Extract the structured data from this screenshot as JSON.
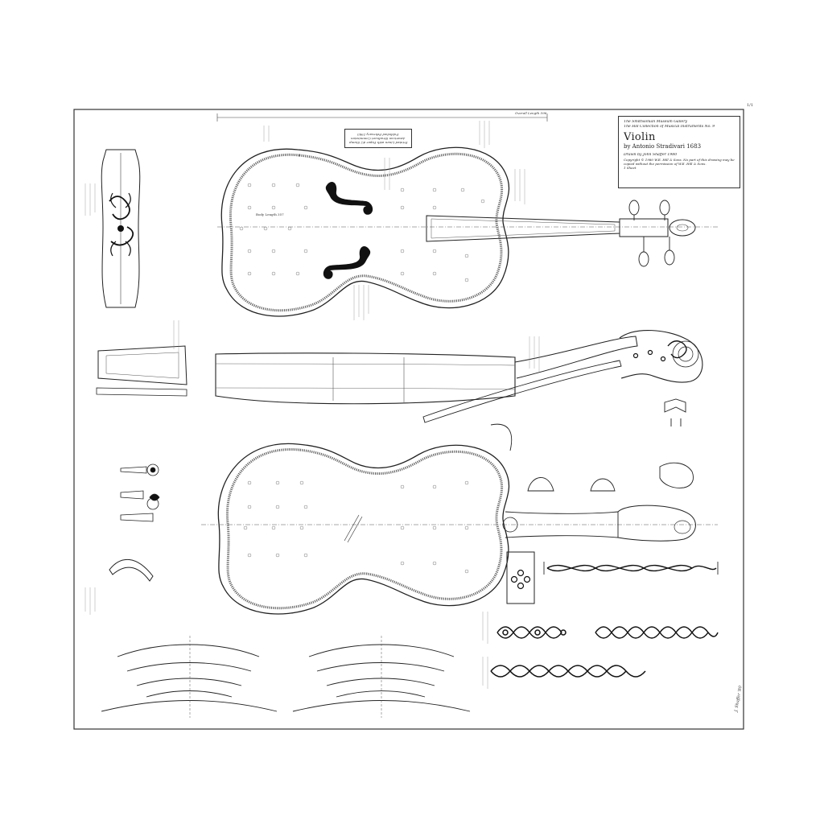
{
  "title_block": {
    "museum_line": "The Smithsonian Museum Gallery",
    "collection_line": "The Hill Collection of Musical Instruments No. 9",
    "instrument": "Violin",
    "maker_line": "by Antonio Stradivari 1683",
    "drawn_by": "Drawn by John Shaffer 1980",
    "copyright": "Copyright © 1980 W.E. Hill & Sons. No part of this drawing may be copied without the permission of W.E. Hill & Sons.",
    "sheet": "1 Sheet"
  },
  "label_box": {
    "line1": "Printed Linen with Paper #2 Stamp",
    "line2": "American Stradivari Commission",
    "line3": "Published February 1983"
  },
  "top_dimension": "Overall Length 596",
  "body_length_label": "Body Length 357",
  "corner_mark": "1/1",
  "signature": "J. Shaffer '80",
  "colors": {
    "ink": "#1a1a1a",
    "paper": "#ffffff",
    "border": "#333333"
  }
}
